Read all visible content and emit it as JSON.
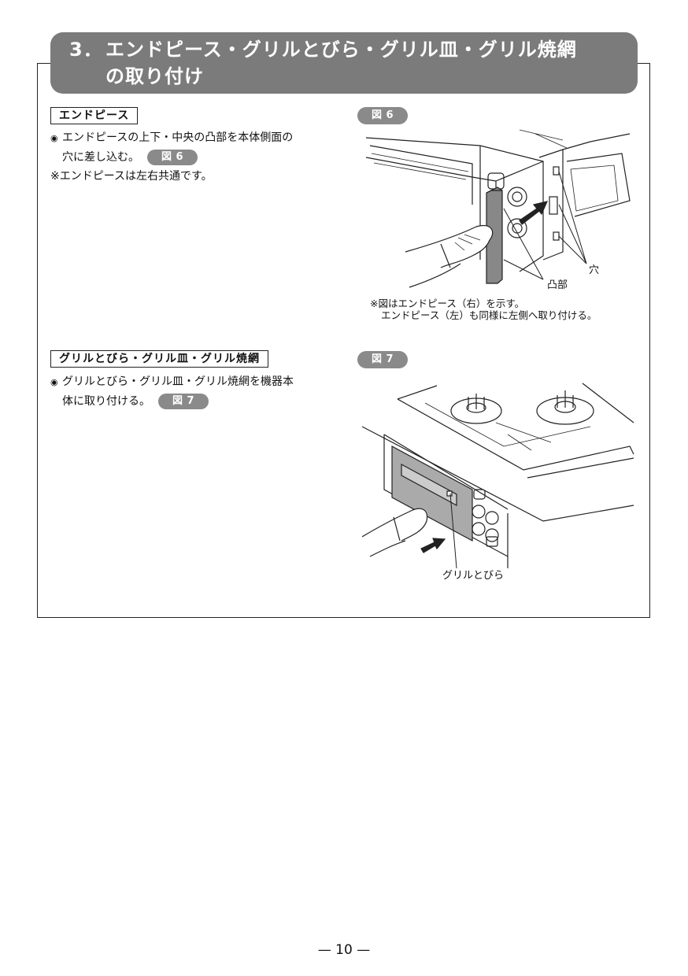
{
  "header": {
    "number": "3．",
    "title_line1": "エンドピース・グリルとびら・グリル皿・グリル焼網",
    "title_line2": "の取り付け"
  },
  "section1": {
    "label": "エンドピース",
    "bullet": "◉",
    "text_line1": "エンドピースの上下・中央の凸部を本体側面の",
    "text_line2": "穴に差し込む。",
    "fig_ref": "図 6",
    "note": "※エンドピースは左右共通です。"
  },
  "figure6": {
    "badge": "図 6",
    "label_hole": "穴",
    "label_boss": "凸部",
    "note_line1": "※図はエンドピース（右）を示す。",
    "note_line2": "エンドピース（左）も同様に左側へ取り付ける。"
  },
  "section2": {
    "label": "グリルとびら・グリル皿・グリル焼網",
    "bullet": "◉",
    "text_line1": "グリルとびら・グリル皿・グリル焼網を機器本",
    "text_line2": "体に取り付ける。",
    "fig_ref": "図 7"
  },
  "figure7": {
    "badge": "図 7",
    "label_door": "グリルとびら"
  },
  "footer": {
    "page": "— 10 —"
  }
}
